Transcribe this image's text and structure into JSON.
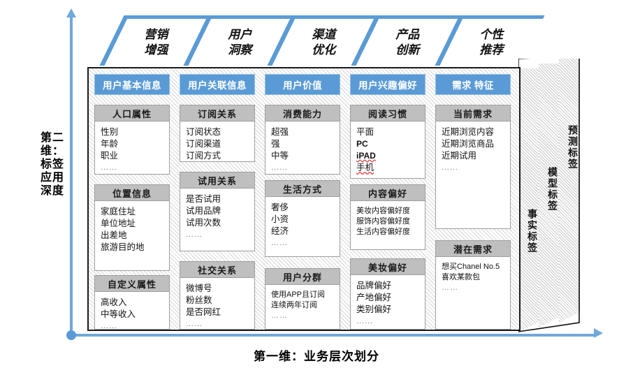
{
  "axes": {
    "y_label": "第二维：标签应用深度",
    "x_label": "第一维：业务层次划分",
    "accent_color": "#5b9bd5"
  },
  "banners": [
    {
      "line1": "营销",
      "line2": "增强"
    },
    {
      "line1": "用户",
      "line2": "洞察"
    },
    {
      "line1": "渠道",
      "line2": "优化"
    },
    {
      "line1": "产品",
      "line2": "创新"
    },
    {
      "line1": "个性",
      "line2": "推荐"
    }
  ],
  "side_panels": [
    {
      "label": "事实标签"
    },
    {
      "label": "模型标签"
    },
    {
      "label": "预测标签"
    }
  ],
  "columns": [
    {
      "header": "用户基本信息",
      "cards": [
        {
          "title": "人口属性",
          "items": [
            "性别",
            "年龄",
            "职业",
            "……"
          ]
        },
        {
          "title": "位置信息",
          "items": [
            "家庭住址",
            "单位地址",
            "出差地",
            "旅游目的地"
          ]
        },
        {
          "title": "自定义属性",
          "items": [
            "高收入",
            "中等收入",
            "……"
          ]
        }
      ]
    },
    {
      "header": "用户关联信息",
      "cards": [
        {
          "title": "订阅关系",
          "items": [
            "订阅状态",
            "订阅渠道",
            "订阅方式"
          ]
        },
        {
          "title": "试用关系",
          "items": [
            "是否试用",
            "试用品牌",
            "试用次数",
            "……"
          ]
        },
        {
          "title": "社交关系",
          "items": [
            "微博号",
            "粉丝数",
            "是否网红",
            "……"
          ]
        }
      ]
    },
    {
      "header": "用户价值",
      "cards": [
        {
          "title": "消费能力",
          "items": [
            "超强",
            "强",
            "中等",
            "……"
          ]
        },
        {
          "title": "生活方式",
          "items": [
            "奢侈",
            "小资",
            "经济",
            "……"
          ]
        },
        {
          "title": "用户分群",
          "items": [
            "使用APP且订阅",
            "连续两年订阅",
            "……"
          ]
        }
      ]
    },
    {
      "header": "用户兴趣偏好",
      "cards": [
        {
          "title": "阅读习惯",
          "items": [
            "平面",
            "PC",
            "iPAD",
            "手机"
          ]
        },
        {
          "title": "内容偏好",
          "items": [
            "美妆内容偏好度",
            "服饰内容偏好度",
            "生活内容偏好度"
          ]
        },
        {
          "title": "美妆偏好",
          "items": [
            "品牌偏好",
            "产地偏好",
            "类别偏好",
            "……"
          ]
        }
      ]
    },
    {
      "header": "需求 特征",
      "cards": [
        {
          "title": "当前需求",
          "items": [
            "近期浏览内容",
            "近期浏览商品",
            "近期试用",
            "……"
          ]
        },
        {
          "title": "潜在需求",
          "items": [
            "想买Chanel No.5",
            "喜欢某款包",
            "……"
          ]
        }
      ]
    }
  ]
}
